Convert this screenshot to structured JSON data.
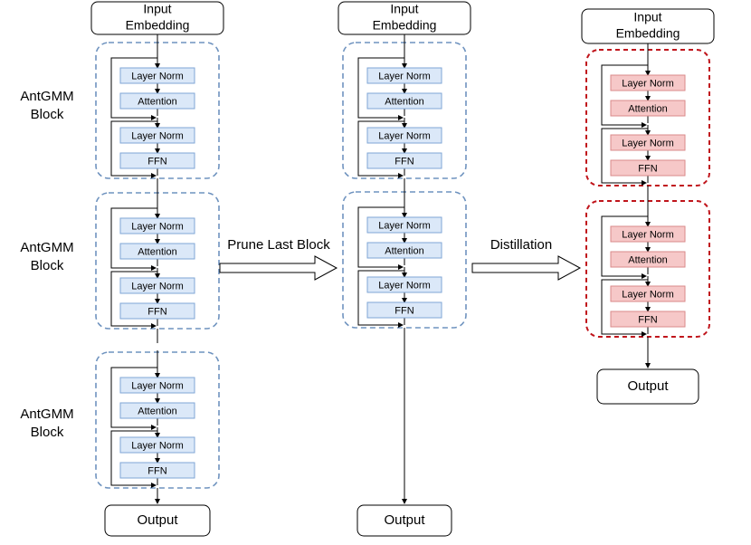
{
  "input_label": [
    "Input",
    "Embedding"
  ],
  "output_label": "Output",
  "block_label": [
    "AntGMM",
    "Block"
  ],
  "layers": {
    "ln": "Layer Norm",
    "attn": "Attention",
    "ffn": "FFN"
  },
  "stage_labels": {
    "prune": "Prune Last Block",
    "distill": "Distillation"
  },
  "colors": {
    "blue_fill": "#dbe8f8",
    "blue_stroke": "#7fa6d6",
    "block_dash_blue": "#6f93bf",
    "red_fill": "#f6c8c8",
    "red_stroke": "#d98a8a",
    "block_dash_red": "#c0141b",
    "line": "#000000"
  },
  "columns": [
    {
      "id": "original",
      "blocks": 3,
      "theme": "blue",
      "show_block_labels": true
    },
    {
      "id": "pruned",
      "blocks": 2,
      "theme": "blue",
      "show_block_labels": false
    },
    {
      "id": "distilled",
      "blocks": 2,
      "theme": "red",
      "show_block_labels": false
    }
  ]
}
